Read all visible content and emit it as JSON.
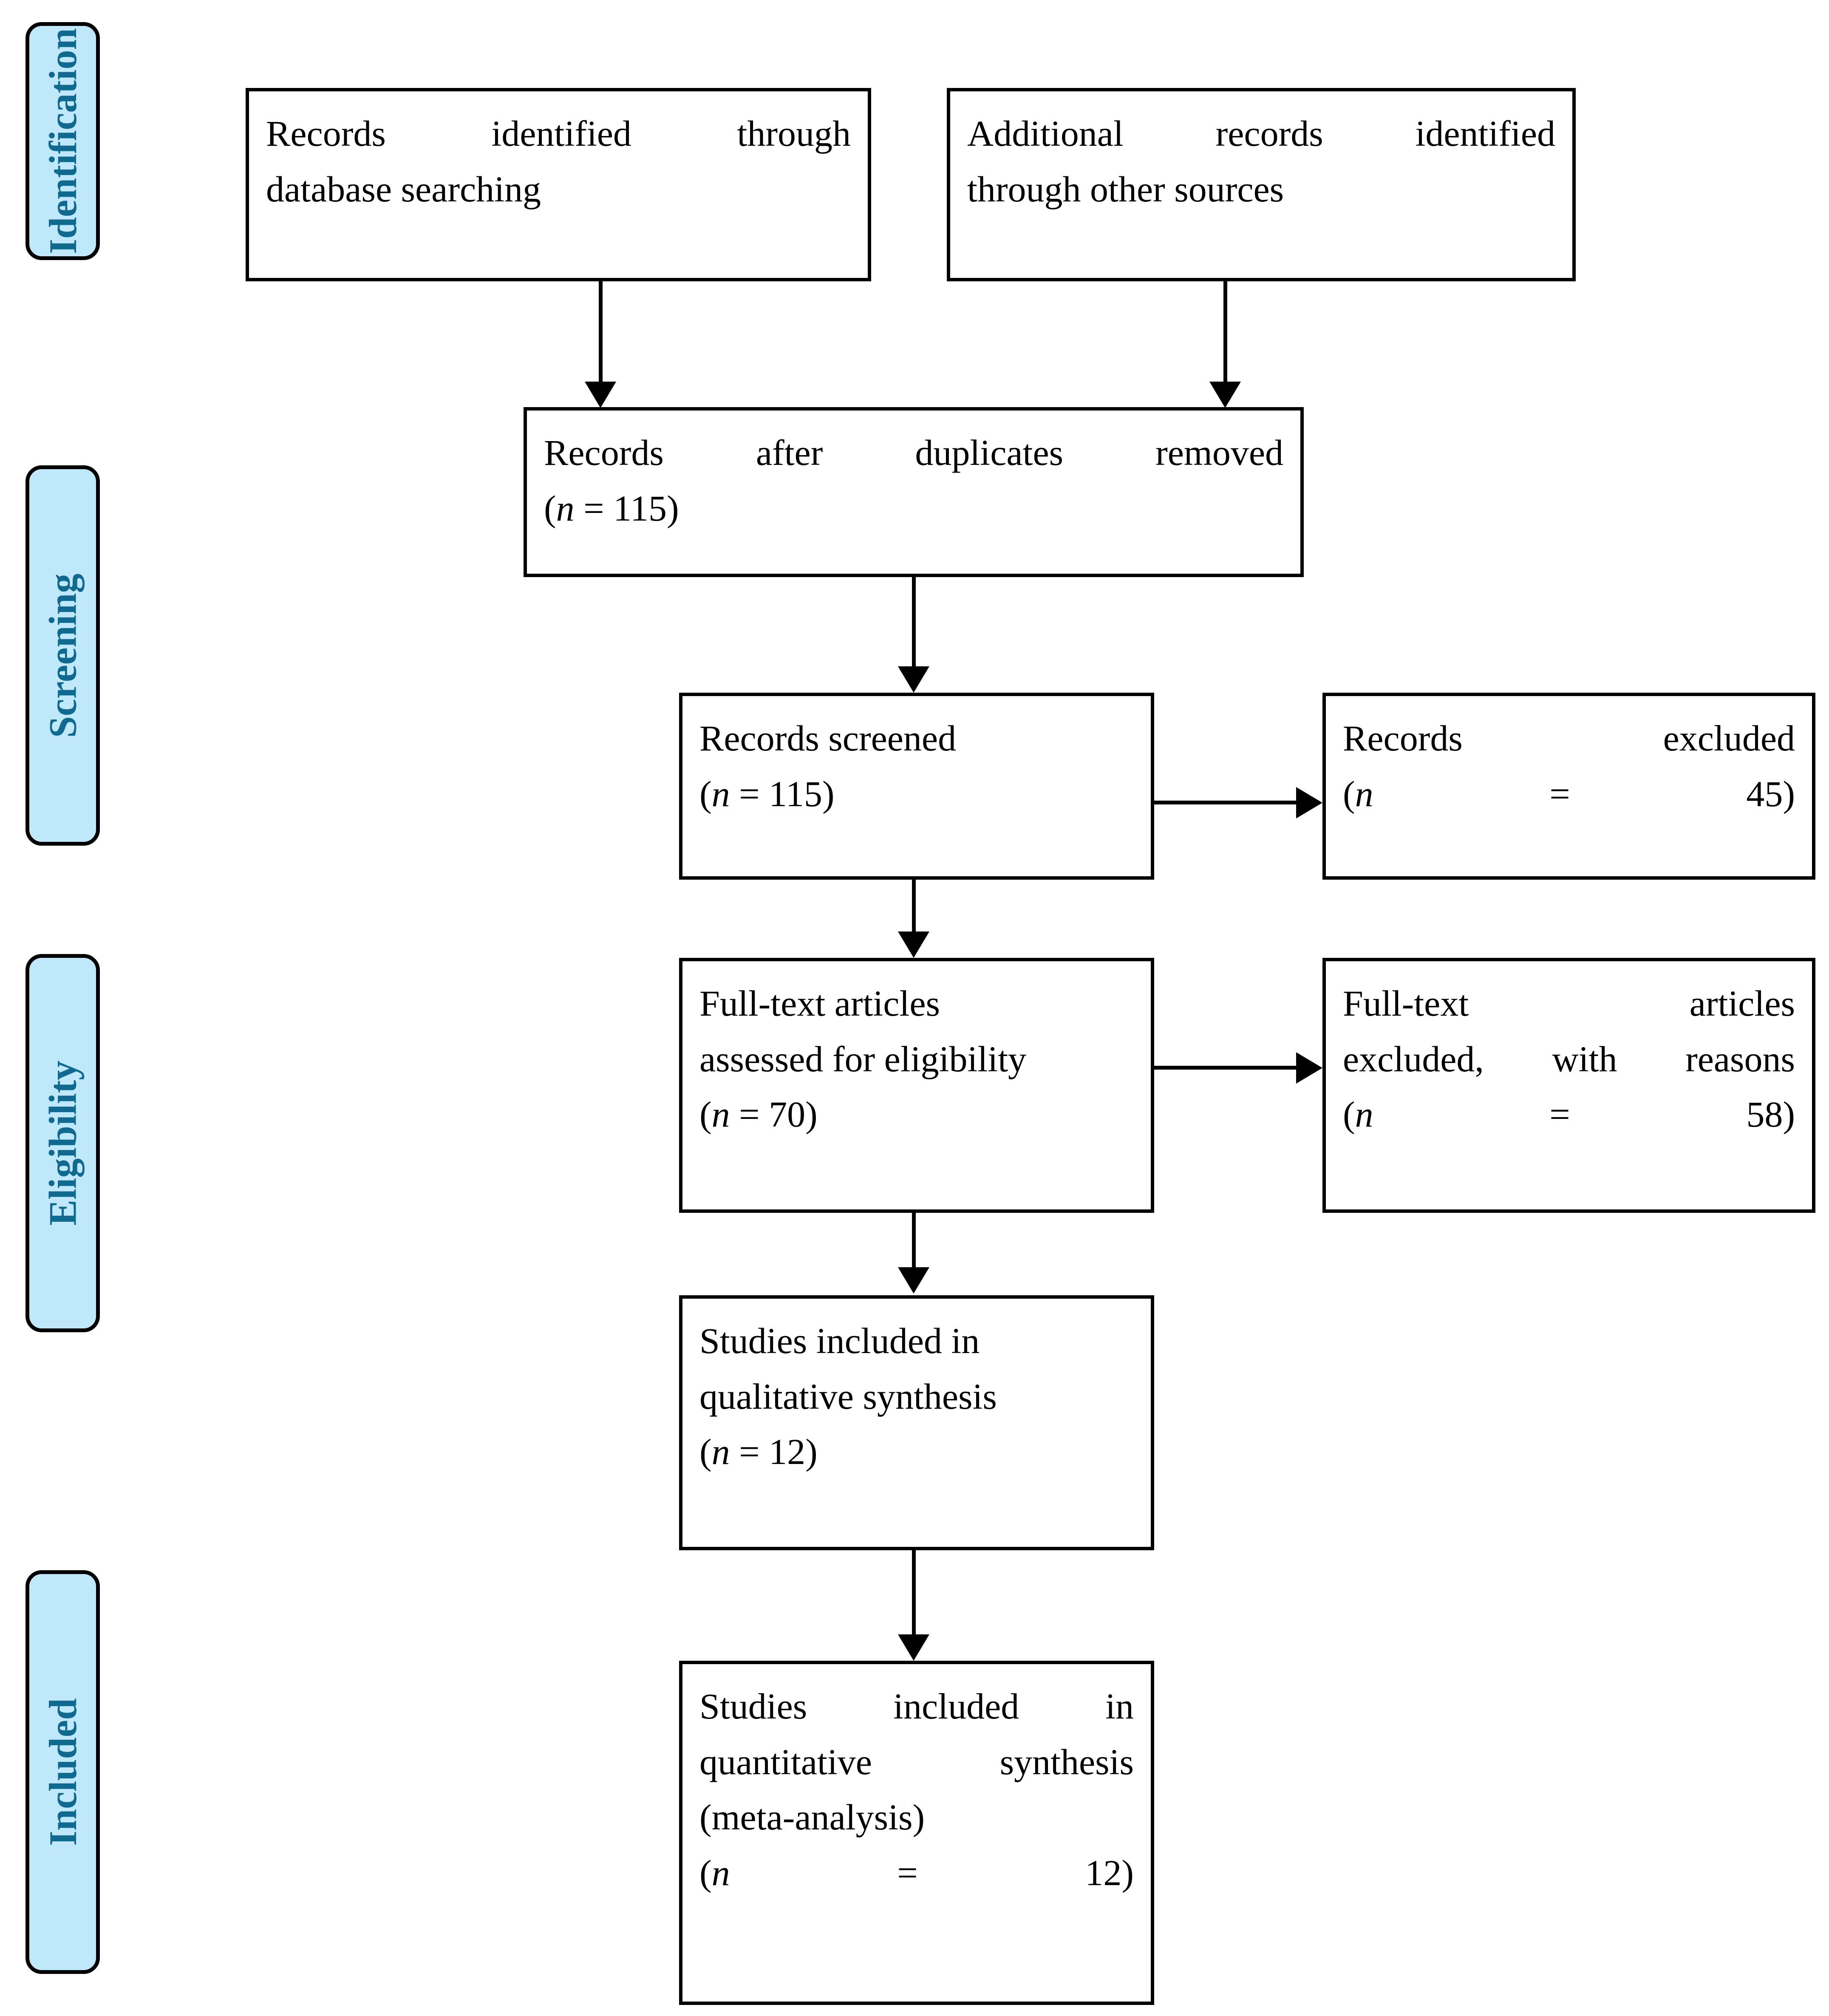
{
  "diagram": {
    "title": "PRISMA flow diagram",
    "accent_blue_fill": "#bfe9fb",
    "accent_blue_text": "#10698f",
    "line_color": "#000000",
    "box_fill": "#ffffff"
  },
  "stages": [
    {
      "id": "identification",
      "label": "Identification"
    },
    {
      "id": "screening",
      "label": "Screening"
    },
    {
      "id": "eligibility",
      "label": "Eligibility"
    },
    {
      "id": "included",
      "label": "Included"
    }
  ],
  "boxes": {
    "records_db": {
      "line1": "Records identified through",
      "line2": "database searching"
    },
    "records_other": {
      "line1": "Additional records identified",
      "line2": "through other sources"
    },
    "after_duplicates": {
      "line1": "Records after duplicates removed",
      "count_open": "(",
      "count_var": "n",
      "count_eq": " = ",
      "count_value": "115",
      "count_close": ")"
    },
    "screened": {
      "line1": "Records screened",
      "count_open": "(",
      "count_var": "n",
      "count_eq": " = ",
      "count_value": "115",
      "count_close": ")"
    },
    "excluded": {
      "line1": "Records excluded",
      "count_open": "(",
      "count_var": "n",
      "count_eq": " = ",
      "count_value": "45",
      "count_close": ")"
    },
    "fulltext_assessed": {
      "line1": "Full-text articles",
      "line2": "assessed for eligibility",
      "count_open": "(",
      "count_var": "n",
      "count_eq": " = ",
      "count_value": "70",
      "count_close": ")"
    },
    "fulltext_excluded": {
      "line1": "Full-text articles",
      "line2": "excluded, with reasons",
      "count_open": "(",
      "count_var": "n",
      "count_eq": " = ",
      "count_value": "58",
      "count_close": ")"
    },
    "qualitative": {
      "line1": "Studies included in",
      "line2": "qualitative synthesis",
      "count_open": "(",
      "count_var": "n",
      "count_eq": " = ",
      "count_value": "12",
      "count_close": ")"
    },
    "quantitative": {
      "line1": "Studies included in",
      "line2": "quantitative synthesis",
      "line3": "(meta-analysis)",
      "count_open": "(",
      "count_var": "n",
      "count_eq": " = ",
      "count_value": "12",
      "count_close": ")"
    }
  }
}
